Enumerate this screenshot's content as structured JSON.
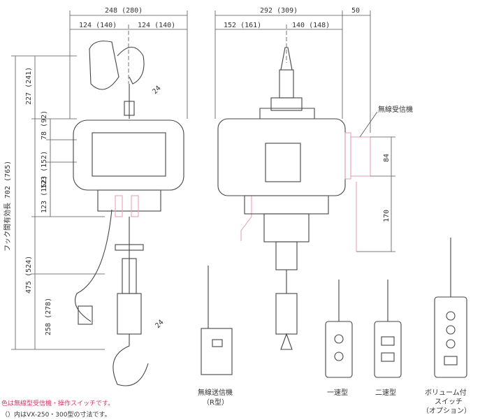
{
  "dimensions": {
    "top_width": "248 (280)",
    "left_half": "124 (140)",
    "right_half": "124 (140)",
    "side_width": "292 (309)",
    "side_left": "152 (161)",
    "side_right": "140 (148)",
    "receiver_offset": "50",
    "hook_throat_top": "24",
    "hook_throat_bottom": "24",
    "d227": "227 (241)",
    "d78": "78 (92)",
    "d152": "123 (152)",
    "d123": "123 (152)",
    "d475": "475 (524)",
    "d258": "258 (278)",
    "d84": "84",
    "d170": "170",
    "total_length": "フック間有効長 702 (765)"
  },
  "labels": {
    "receiver": "無線受信機",
    "transmitter_1": "無線送信機",
    "transmitter_2": "（R型）",
    "one_speed": "一速型",
    "two_speed": "二速型",
    "volume_1": "ボリューム付",
    "volume_2": "スイッチ",
    "volume_3": "（オプション）"
  },
  "notes": {
    "line1": "色は無線型受信機・操作スイッチです。",
    "line2": "（）内はVX-250・300型の寸法です。"
  },
  "colors": {
    "line": "#555555",
    "pink": "#e8a3b5",
    "note": "#d9336b"
  }
}
